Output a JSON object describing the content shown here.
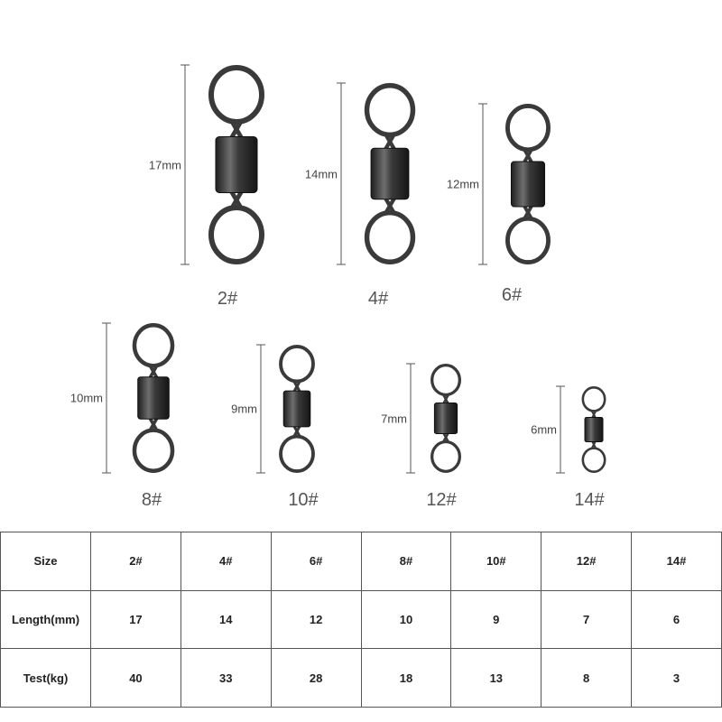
{
  "swivels": [
    {
      "size": "2#",
      "length_label": "17mm",
      "length_mm": 17
    },
    {
      "size": "4#",
      "length_label": "14mm",
      "length_mm": 14
    },
    {
      "size": "6#",
      "length_label": "12mm",
      "length_mm": 12
    },
    {
      "size": "8#",
      "length_label": "10mm",
      "length_mm": 10
    },
    {
      "size": "10#",
      "length_label": "9mm",
      "length_mm": 9
    },
    {
      "size": "12#",
      "length_label": "7mm",
      "length_mm": 7
    },
    {
      "size": "14#",
      "length_label": "6mm",
      "length_mm": 6
    }
  ],
  "table": {
    "rows": [
      {
        "header": "Size",
        "cells": [
          "2#",
          "4#",
          "6#",
          "8#",
          "10#",
          "12#",
          "14#"
        ]
      },
      {
        "header": "Length(mm)",
        "cells": [
          "17",
          "14",
          "12",
          "10",
          "9",
          "7",
          "6"
        ]
      },
      {
        "header": "Test(kg)",
        "cells": [
          "40",
          "33",
          "28",
          "18",
          "13",
          "8",
          "3"
        ]
      }
    ]
  },
  "colors": {
    "metal_dark": "#2b2b2b",
    "metal_light": "#8a8a8a",
    "ring": "#3a3a3a",
    "line": "#555555"
  }
}
